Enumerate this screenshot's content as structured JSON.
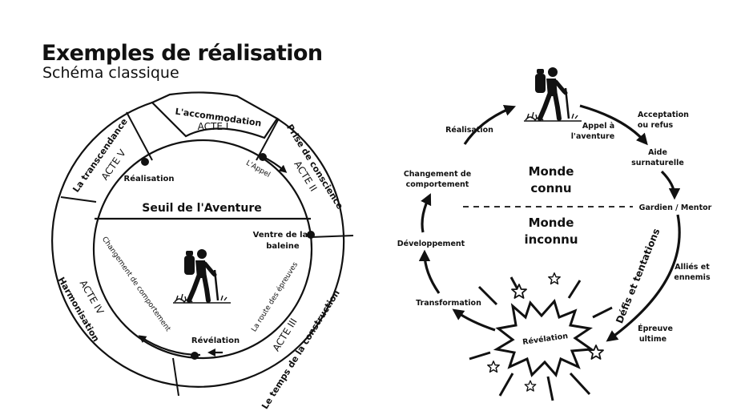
{
  "header": {
    "title": "Exemples de réalisation",
    "subtitle": "Schéma classique"
  },
  "left_diagram": {
    "center_label": "Seuil de l'Aventure",
    "segments": {
      "accommodation": "L'accommodation",
      "prise_de_conscience": "Prise de conscience",
      "transcendance": "La transcendance",
      "harmonisation": "Harmonisation",
      "temps_construction": "Le temps de la construction"
    },
    "acts": {
      "act1": "ACTE I",
      "act2": "ACTE II",
      "act3": "ACTE III",
      "act4": "ACTE IV",
      "act5": "ACTE V"
    },
    "inner_labels": {
      "appel": "L'Appel",
      "realisation": "Réalisation",
      "ventre_line1": "Ventre de la",
      "ventre_line2": "baleine",
      "route": "La route des épreuves",
      "revelation": "Révélation",
      "changement": "Changement de comportement"
    }
  },
  "right_diagram": {
    "monde_connu_line1": "Monde",
    "monde_connu_line2": "connu",
    "monde_inconnu_line1": "Monde",
    "monde_inconnu_line2": "inconnu",
    "stages": {
      "realisation": "Réalisation",
      "appel_line1": "Appel à",
      "appel_line2": "l'aventure",
      "acceptation_line1": "Acceptation",
      "acceptation_line2": "ou refus",
      "aide_line1": "Aide",
      "aide_line2": "surnaturelle",
      "gardien": "Gardien / Mentor",
      "defis": "Défis et tentations",
      "allies_line1": "Alliés et",
      "allies_line2": "ennemis",
      "epreuve_line1": "Épreuve",
      "epreuve_line2": "ultime",
      "revelation": "Révélation",
      "transformation": "Transformation",
      "developpement": "Développement",
      "changement_line1": "Changement de",
      "changement_line2": "comportement"
    }
  },
  "icons": {
    "hiker": "hiker-icon",
    "star": "star-icon",
    "burst": "burst-icon"
  },
  "colors": {
    "ink": "#111111",
    "background": "#ffffff"
  }
}
